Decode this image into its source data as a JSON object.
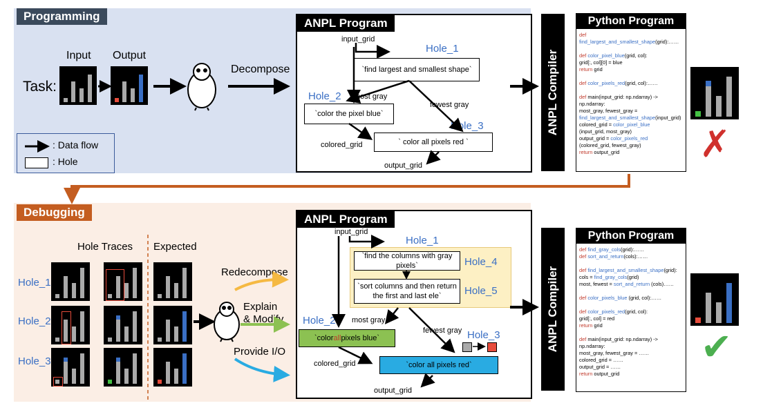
{
  "top": {
    "tag": "Programming",
    "input_label": "Input",
    "output_label": "Output",
    "task_label": "Task:",
    "decompose_label": "Decompose",
    "legend_dataflow": ": Data flow",
    "legend_hole": ": Hole",
    "anpl_title": "ANPL Program",
    "input_grid": "input_grid",
    "hole1_label": "Hole_1",
    "hole1_text": "`find largest and smallest shape`",
    "hole2_label": "Hole_2",
    "hole2_text": "`color the pixel blue`",
    "hole3_label": "Hole_3",
    "hole3_text": "` color all pixels red `",
    "most_gray": "most gray",
    "fewest_gray": "fewest gray",
    "colored_grid": "colored_grid",
    "output_grid": "output_grid",
    "compiler": "ANPL Compiler",
    "py_title": "Python Program",
    "code": [
      {
        "k": "def",
        "f": "",
        "t": ""
      },
      {
        "k": "",
        "f": "find_largest_and_smallest_shape",
        "t": "(grid):……"
      },
      {
        "k": "",
        "f": "",
        "t": ""
      },
      {
        "k": "def ",
        "f": "color_pixel_blue",
        "t": "(grid, col):"
      },
      {
        "k": "",
        "f": "",
        "t": "  grid[:, col][0] = blue"
      },
      {
        "k": "  return",
        "f": "",
        "t": " grid"
      },
      {
        "k": "",
        "f": "",
        "t": ""
      },
      {
        "k": "def ",
        "f": "color_pixels_red",
        "t": "(grid, col):……"
      },
      {
        "k": "",
        "f": "",
        "t": ""
      },
      {
        "k": "def ",
        "f": "",
        "t": "main(input_grid: np.ndarray) ->"
      },
      {
        "k": "",
        "f": "",
        "t": "np.ndarray:"
      },
      {
        "k": "",
        "f": "",
        "t": "  most_gray, fewest_gray ="
      },
      {
        "k": "",
        "f": "find_largest_and_smallest_shape",
        "t": "(input_grid)"
      },
      {
        "k": "",
        "f": "",
        "t": "  colored_grid = "
      },
      {
        "k": "",
        "f": "",
        "t": "(input_grid, most_gray)"
      },
      {
        "k": "",
        "f": "",
        "t": "  output_grid = "
      },
      {
        "k": "",
        "f": "",
        "t": "(colored_grid, fewest_gray)"
      },
      {
        "k": "  return",
        "f": "",
        "t": " output_grid"
      }
    ],
    "code_fn_colored": "color_pixel_blue",
    "code_fn_output": "color_pixels_red"
  },
  "bottom": {
    "tag": "Debugging",
    "hole_traces": "Hole Traces",
    "expected": "Expected",
    "row1": "Hole_1",
    "row2": "Hole_2",
    "row3": "Hole_3",
    "redecompose": "Redecompose",
    "explain1": "Explain",
    "explain2": "& Modify",
    "provide": "Provide I/O",
    "anpl_title": "ANPL Program",
    "input_grid": "input_grid",
    "hole1_label": "Hole_1",
    "hole4_label": "Hole_4",
    "hole4_text": "`find the columns with gray pixels`",
    "hole5_label": "Hole_5",
    "hole5_text": "`sort columns and then return the first and last ele`",
    "hole2_label": "Hole_2",
    "hole2_pre": "`color ",
    "hole2_all": "all",
    "hole2_post": " pixels blue`",
    "hole3_label": "Hole_3",
    "hole3_text": "`color all pixels red`",
    "most_gray": "most gray",
    "fewest_gray": "fewest gray",
    "colored_grid": "colored_grid",
    "output_grid": "output_grid",
    "compiler": "ANPL Compiler",
    "py_title": "Python Program",
    "code": [
      {
        "k": "def ",
        "f": "find_gray_cols",
        "t": "(grid):……"
      },
      {
        "k": "def ",
        "f": "sort_and_return",
        "t": "(cols):……"
      },
      {
        "k": "",
        "f": "",
        "t": ""
      },
      {
        "k": "def ",
        "f": "find_largest_and_smallest_shape",
        "t": "(grid):"
      },
      {
        "k": "",
        "f": "",
        "t": "  cols = "
      },
      {
        "k": "",
        "f": "",
        "t": "  most, fewest = "
      },
      {
        "k": "",
        "f": "",
        "t": ""
      },
      {
        "k": "def ",
        "f": "color_pixels_blue",
        "t": " (grid, col):……"
      },
      {
        "k": "",
        "f": "",
        "t": ""
      },
      {
        "k": "def ",
        "f": "color_pixels_red",
        "t": "(grid, col):"
      },
      {
        "k": "",
        "f": "",
        "t": "  grid[:, col] = red"
      },
      {
        "k": "  return",
        "f": "",
        "t": " grid"
      },
      {
        "k": "",
        "f": "",
        "t": ""
      },
      {
        "k": "def ",
        "f": "",
        "t": "main(input_grid: np.ndarray) ->"
      },
      {
        "k": "",
        "f": "",
        "t": "np.ndarray:"
      },
      {
        "k": "",
        "f": "",
        "t": "  most_gray, fewest_gray = ……"
      },
      {
        "k": "",
        "f": "",
        "t": "  colored_grid = ……"
      },
      {
        "k": "",
        "f": "",
        "t": "  output_grid = ……"
      },
      {
        "k": "  return",
        "f": "",
        "t": " output_grid"
      }
    ],
    "code_fn_cols": "find_gray_cols",
    "code_cols_tail": "(grid)",
    "code_fn_sort": "sort_and_return",
    "code_sort_tail": " (cols)……"
  },
  "colors": {
    "blue": "#3a6fc4",
    "red": "#c0392b",
    "orange": "#c45d20",
    "green": "#8cc152",
    "cyan": "#29abe2",
    "yellow": "#f5b942"
  }
}
